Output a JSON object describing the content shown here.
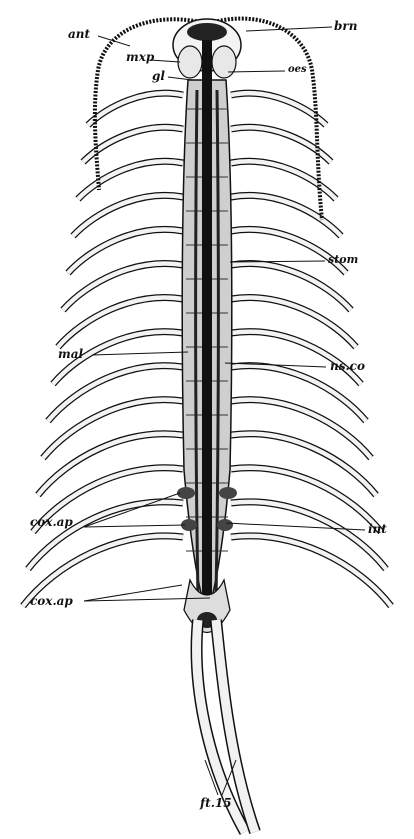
{
  "figure": {
    "ink_color": "#111111",
    "paper_color": "#ffffff",
    "labels": {
      "ant": "ant",
      "brn": "brn",
      "mxp": "mxp",
      "oes": "oes",
      "gl": "gl",
      "stom": "stom",
      "mal": "mal",
      "ns_co": "ns.co",
      "cox_ap_upper": "cox.ap",
      "int": "int",
      "cox_ap_lower": "cox.ap",
      "ft15": "ft.15"
    }
  }
}
